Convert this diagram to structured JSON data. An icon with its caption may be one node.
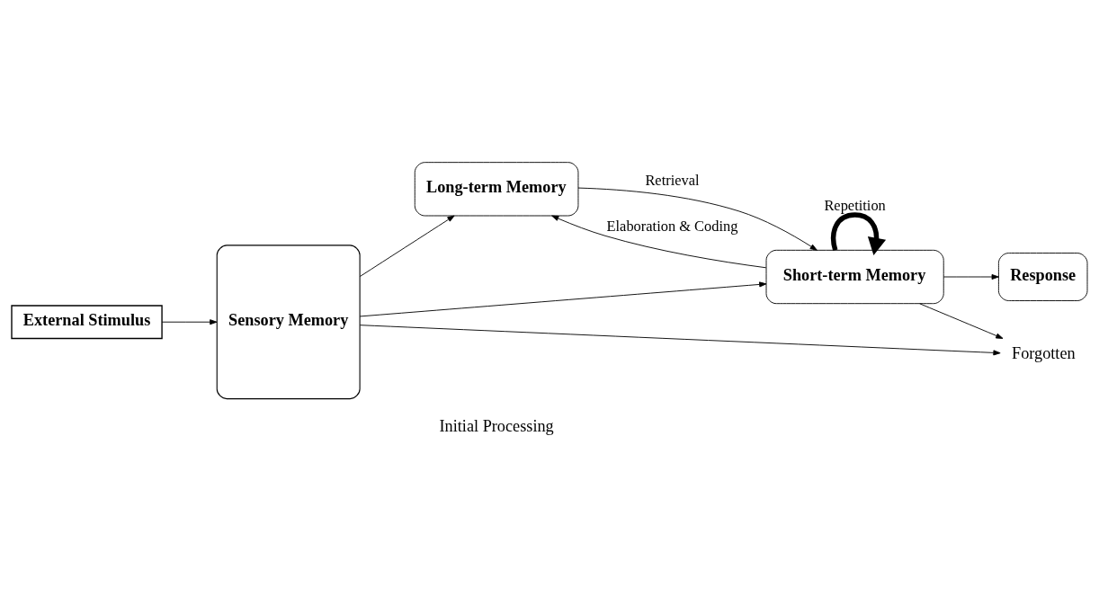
{
  "diagram": {
    "nodes": [
      {
        "text": [
          "External Stimulus"
        ]
      },
      {
        "text": [
          "Sensory Memory"
        ]
      },
      {
        "text": [
          "Long-term Memory"
        ]
      },
      {
        "text": [
          "Short-term Memory"
        ]
      },
      {
        "text": [
          "Response"
        ]
      },
      {
        "text": [
          "Forgotten"
        ]
      }
    ],
    "edges": [
      {
        "from": 0,
        "to": 1,
        "arrow": "to"
      },
      {
        "from": 1,
        "to": 2,
        "arrow": "to"
      },
      {
        "from": 1,
        "to": 3,
        "arrow": "to"
      },
      {
        "from": 2,
        "to": 3,
        "arrow": "to",
        "label": "Retrieval"
      },
      {
        "from": 3,
        "to": 2,
        "arrow": "to",
        "label": "Elaboration & Coding"
      },
      {
        "from": 3,
        "to": 4,
        "arrow": "to"
      },
      {
        "from": 3,
        "to": 3,
        "arrow": "to",
        "label": "Repetition",
        "style": "thick"
      },
      {
        "from": 1,
        "to": 5,
        "arrow": "to"
      },
      {
        "from": 3,
        "to": 5,
        "arrow": "to"
      }
    ],
    "labels": [
      "Initial Processing"
    ]
  }
}
